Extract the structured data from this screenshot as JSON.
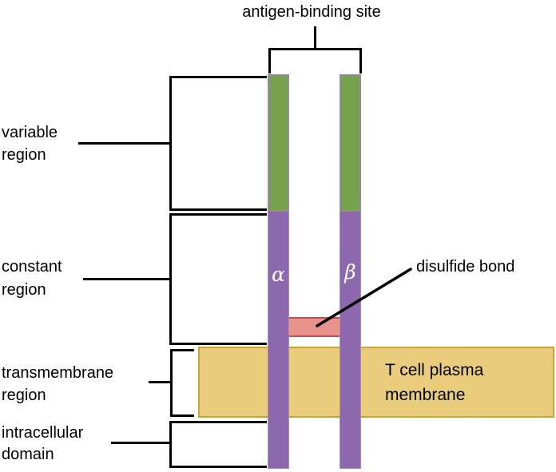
{
  "title": "antigen-binding site",
  "regions": [
    {
      "name": "variable-region",
      "label": "variable region"
    },
    {
      "name": "constant-region",
      "label": "constant region"
    },
    {
      "name": "transmembrane-region",
      "label": "transmembrane region"
    },
    {
      "name": "intracellular-domain",
      "label": "intracellular domain"
    }
  ],
  "chains": [
    {
      "name": "alpha-chain",
      "symbol": "α"
    },
    {
      "name": "beta-chain",
      "symbol": "β"
    }
  ],
  "annotations": {
    "disulfide_bond": "disulfide bond",
    "membrane": "T cell plasma membrane"
  },
  "colors": {
    "variable_region_green": "#76a24b",
    "variable_region_border": "#988a9a",
    "chain_purple": "#8d68ad",
    "disulfide_fill": "#e8928c",
    "disulfide_border": "#c0504d",
    "membrane_fill": "#e9cd7c",
    "membrane_border": "#c4a43e",
    "line_black": "#000000",
    "symbol_text": "#ffffff"
  }
}
